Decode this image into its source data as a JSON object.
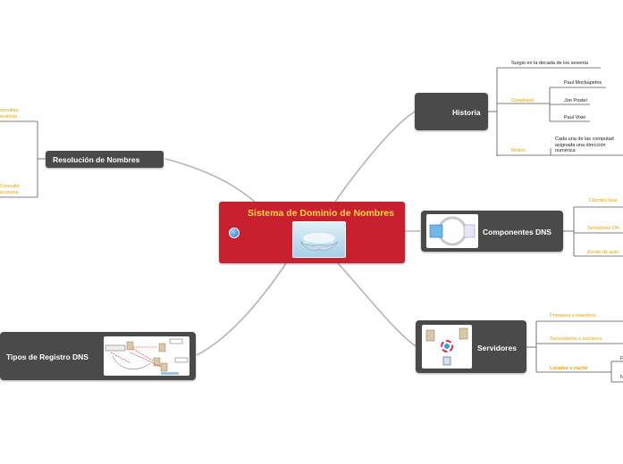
{
  "central": {
    "title": "Sistema de Dominio de Nombres",
    "image_icon": "hands-holding-water-image",
    "globe_icon": "globe-icon"
  },
  "branches": {
    "historia": {
      "label": "Historia",
      "children": [
        {
          "text": "Surgio en la decada de los sesenta"
        },
        {
          "text": "Creadores"
        },
        {
          "text": "Paul Mockapetris"
        },
        {
          "text": "Jon Postel"
        },
        {
          "text": "Paul Vixie"
        },
        {
          "text": "Motivo"
        },
        {
          "text": "Cada una de las computad asignada una dirección numérica"
        }
      ]
    },
    "componentes": {
      "label": "Componentes DNS",
      "children": [
        "Clientes fase",
        "Servidores DN",
        "Zonas de auto"
      ]
    },
    "servidores": {
      "label": "Servidores",
      "children": [
        "Primarios o maestros",
        "Secundarios o esclavos",
        "Locales o caché"
      ],
      "sub": [
        "F",
        "N"
      ]
    },
    "resolucion": {
      "label": "Resolución de Nombres",
      "children": [
        "onsultas\nerativas",
        "Consulta\necursiva"
      ]
    },
    "tipos": {
      "label": "Tipos de Registro DNS"
    }
  },
  "colors": {
    "central_bg": "#c8202f",
    "central_title": "#ffd83a",
    "node_bg": "#4a4a4a",
    "subtopic_text": "#e8a300",
    "connector": "#b5b5b5"
  }
}
